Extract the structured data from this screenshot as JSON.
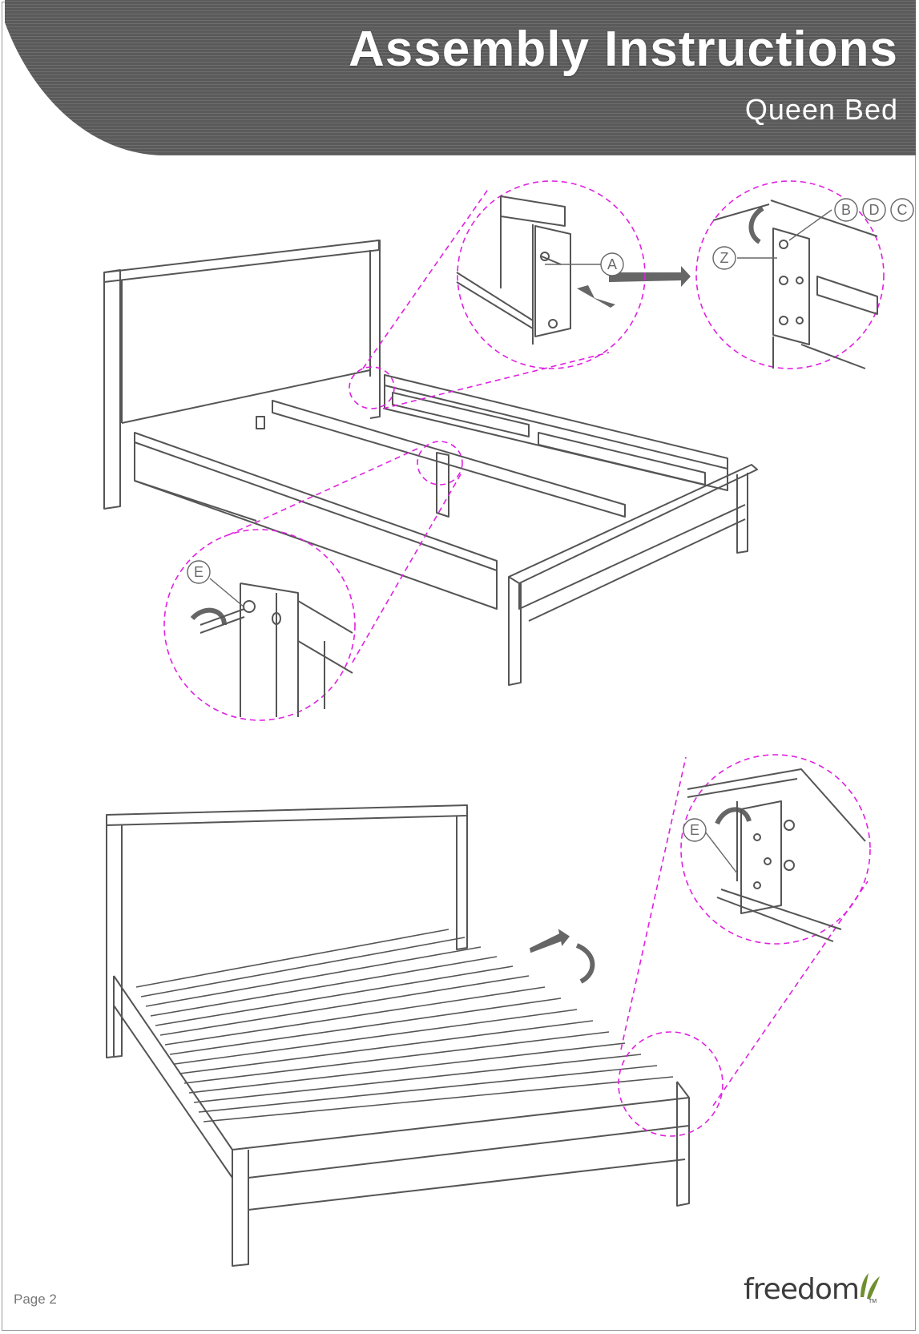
{
  "header": {
    "title": "Assembly Instructions",
    "subtitle": "Queen Bed"
  },
  "callouts": {
    "a": "A",
    "b": "B",
    "d": "D",
    "c": "C",
    "z": "Z",
    "e_top": "E",
    "e_bottom": "E"
  },
  "footer": {
    "page": "Page 2",
    "logo_text": "freedom",
    "logo_tm": "TM"
  },
  "colors": {
    "header_band": "#5f5f5f",
    "callout_circle": "#e020e0",
    "line_art": "#555555"
  }
}
